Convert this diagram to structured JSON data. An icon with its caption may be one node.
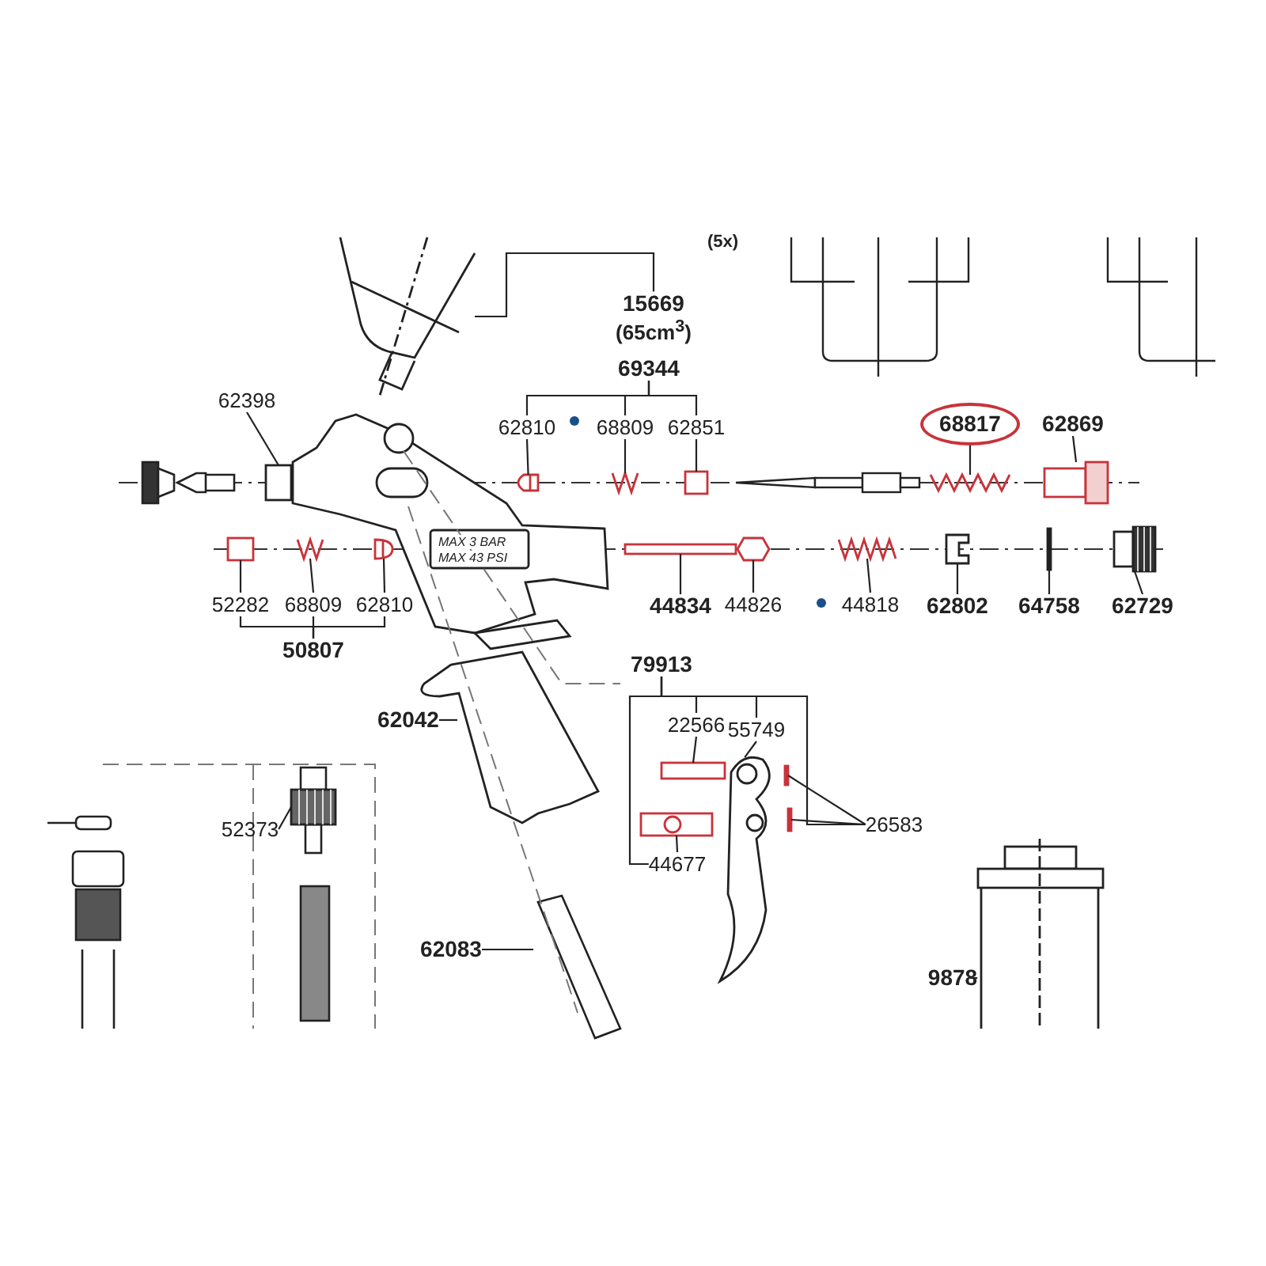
{
  "diagram": {
    "nodes": [
      {
        "text": [
          "15669",
          "(65cm$^{3}$)"
        ]
      },
      {
        "text": [
          "62398"
        ]
      },
      {
        "text": [
          "69344"
        ]
      },
      {
        "text": [
          "62810"
        ]
      },
      {
        "text": [
          "68809"
        ]
      },
      {
        "text": [
          "62851"
        ]
      },
      {
        "text": [
          "68817"
        ]
      },
      {
        "text": [
          "62869"
        ]
      },
      {
        "text": [
          "52282"
        ]
      },
      {
        "text": [
          "68809"
        ]
      },
      {
        "text": [
          "62810"
        ]
      },
      {
        "text": [
          "50807"
        ]
      },
      {
        "text": [
          "44834"
        ]
      },
      {
        "text": [
          "44826"
        ]
      },
      {
        "text": [
          "44818"
        ]
      },
      {
        "text": [
          "62802"
        ]
      },
      {
        "text": [
          "64758"
        ]
      },
      {
        "text": [
          "62729"
        ]
      },
      {
        "text": [
          "79913"
        ]
      },
      {
        "text": [
          "22566"
        ]
      },
      {
        "text": [
          "55749"
        ]
      },
      {
        "text": [
          "26583"
        ]
      },
      {
        "text": [
          "44677"
        ]
      },
      {
        "text": [
          "62042"
        ]
      },
      {
        "text": [
          "52373"
        ]
      },
      {
        "text": [
          "62083"
        ]
      },
      {
        "text": [
          "9878"
        ]
      },
      {
        "text": [],
        "shape": "box"
      },
      {
        "text": [],
        "shape": "picture"
      },
      {
        "text": [],
        "shape": "bar"
      },
      {
        "text": [],
        "shape": "picture"
      },
      {
        "text": [],
        "shape": "picture"
      },
      {
        "text": [],
        "shape": "picture"
      },
      {
        "text": [],
        "shape": "picture"
      },
      {
        "text": [],
        "shape": "picture"
      },
      {
        "text": [],
        "shape": "picture"
      },
      {
        "text": [],
        "shape": "box"
      },
      {
        "text": [],
        "shape": "picture"
      },
      {
        "text": [],
        "shape": "picture"
      },
      {
        "text": [],
        "shape": "box"
      },
      {
        "text": [],
        "shape": "picture"
      },
      {
        "text": [],
        "shape": "picture"
      },
      {
        "text": [],
        "shape": "box"
      },
      {
        "text": [],
        "shape": "picture"
      },
      {
        "text": [],
        "shape": "picture"
      },
      {
        "text": [],
        "shape": "box"
      },
      {
        "text": [],
        "shape": "bar"
      },
      {
        "text": [],
        "shape": "bar"
      },
      {
        "text": [],
        "shape": "picture"
      }
    ],
    "edges": [
      {
        "from": 0,
        "to": 33,
        "arrow": "none"
      },
      {
        "from": 1,
        "to": 27,
        "arrow": "none"
      },
      {
        "from": 2,
        "to": 3,
        "arrow": "none"
      },
      {
        "from": 2,
        "to": 4,
        "arrow": "none"
      },
      {
        "from": 2,
        "to": 5,
        "arrow": "none"
      },
      {
        "from": 3,
        "to": 34,
        "arrow": "none"
      },
      {
        "from": 4,
        "to": 35,
        "arrow": "none"
      },
      {
        "from": 5,
        "to": 36,
        "arrow": "none"
      },
      {
        "from": 6,
        "to": 37,
        "arrow": "none"
      },
      {
        "from": 7,
        "to": 38,
        "arrow": "none"
      },
      {
        "from": 11,
        "to": 8,
        "arrow": "none"
      },
      {
        "from": 11,
        "to": 9,
        "arrow": "none"
      },
      {
        "from": 11,
        "to": 10,
        "arrow": "none"
      },
      {
        "from": 8,
        "to": 39,
        "arrow": "none"
      },
      {
        "from": 9,
        "to": 40,
        "arrow": "none"
      },
      {
        "from": 10,
        "to": 41,
        "arrow": "none"
      },
      {
        "from": 12,
        "to": 42,
        "arrow": "none"
      },
      {
        "from": 13,
        "to": 43,
        "arrow": "none"
      },
      {
        "from": 14,
        "to": 44,
        "arrow": "none"
      },
      {
        "from": 15,
        "to": 28,
        "arrow": "none"
      },
      {
        "from": 16,
        "to": 29,
        "arrow": "none"
      },
      {
        "from": 17,
        "to": 30,
        "arrow": "none"
      },
      {
        "from": 18,
        "to": 19,
        "arrow": "none"
      },
      {
        "from": 18,
        "to": 20,
        "arrow": "none"
      },
      {
        "from": 18,
        "to": 21,
        "arrow": "none"
      },
      {
        "from": 18,
        "to": 22,
        "arrow": "none"
      },
      {
        "from": 19,
        "to": 45,
        "arrow": "none"
      },
      {
        "from": 20,
        "to": 31,
        "arrow": "none"
      },
      {
        "from": 21,
        "to": 46,
        "arrow": "none"
      },
      {
        "from": 21,
        "to": 47,
        "arrow": "none"
      },
      {
        "from": 22,
        "to": 48,
        "arrow": "none"
      },
      {
        "from": 23,
        "to": null,
        "arrow": "none"
      },
      {
        "from": 24,
        "to": 32,
        "arrow": "none"
      },
      {
        "from": 25,
        "to": null,
        "arrow": "none"
      },
      {
        "from": 26,
        "to": null,
        "arrow": "none"
      }
    ],
    "labels": [
      "(5x)",
      "MAX 3 BAR",
      "MAX 43 PSI"
    ]
  }
}
